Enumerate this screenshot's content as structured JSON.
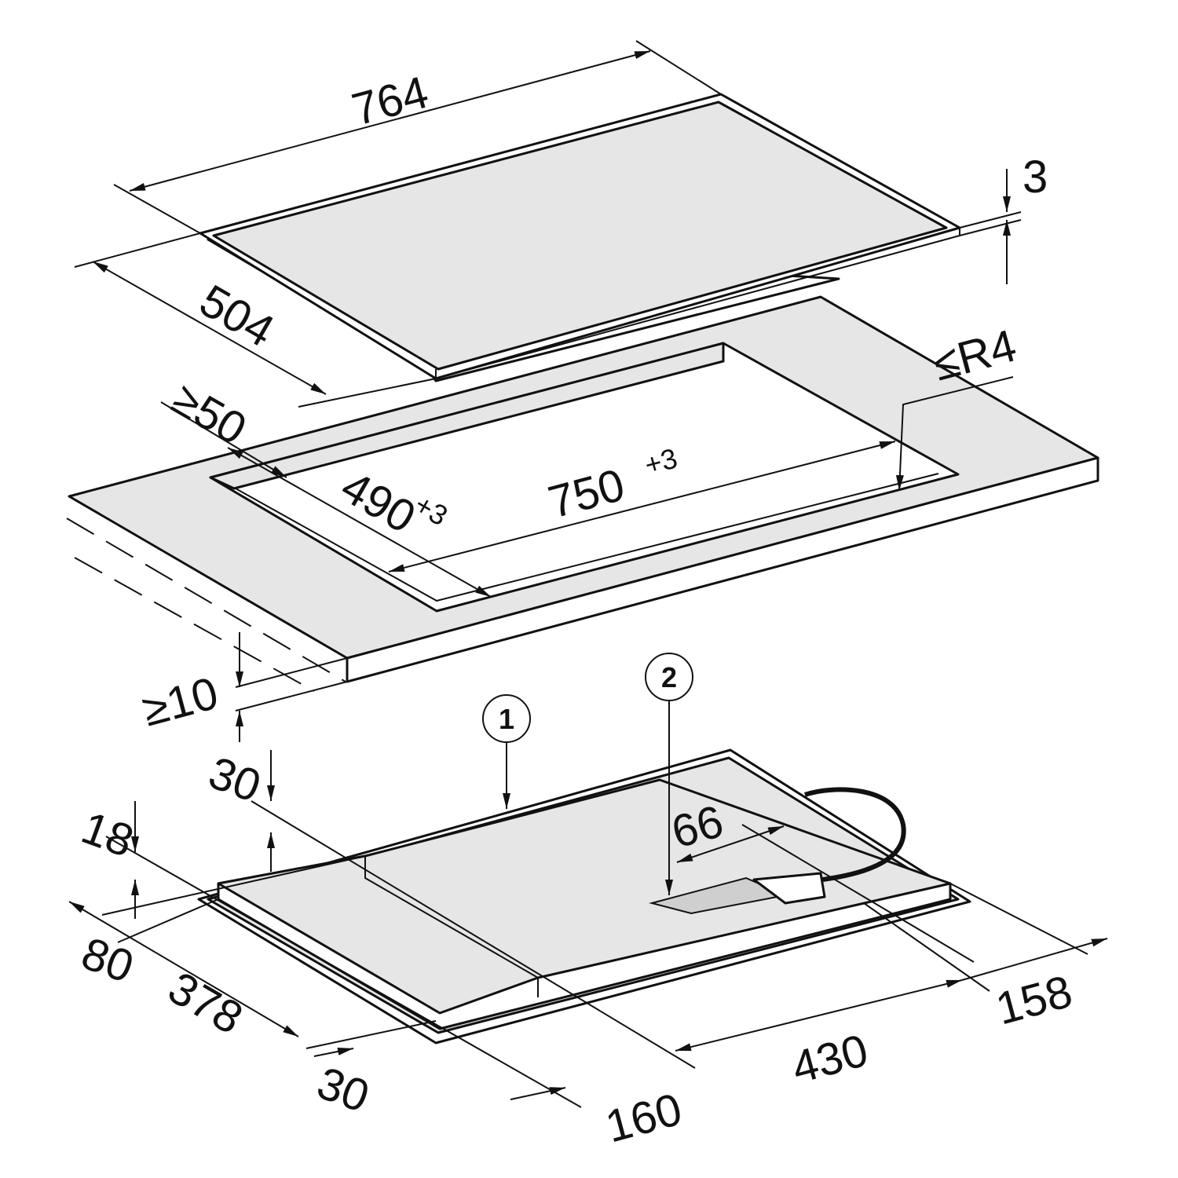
{
  "colors": {
    "surface": "#e6e6e6",
    "line": "#111111",
    "background": "#ffffff"
  },
  "dimensions": {
    "hob_width": "764",
    "hob_depth": "504",
    "hob_glass_thickness": "3",
    "corner_radius": "≤R4",
    "min_edge_distance": "≥50",
    "cutout_depth": "490",
    "cutout_depth_tol": "+3",
    "cutout_width": "750",
    "cutout_width_tol": "+3",
    "min_worktop_thickness": "≥10",
    "clearance_top": "30",
    "clearance_left": "18",
    "connection_width": "66",
    "offset_80": "80",
    "offset_378": "378",
    "offset_30": "30",
    "offset_160": "160",
    "offset_430": "430",
    "offset_158": "158"
  },
  "callouts": [
    "1",
    "2"
  ]
}
